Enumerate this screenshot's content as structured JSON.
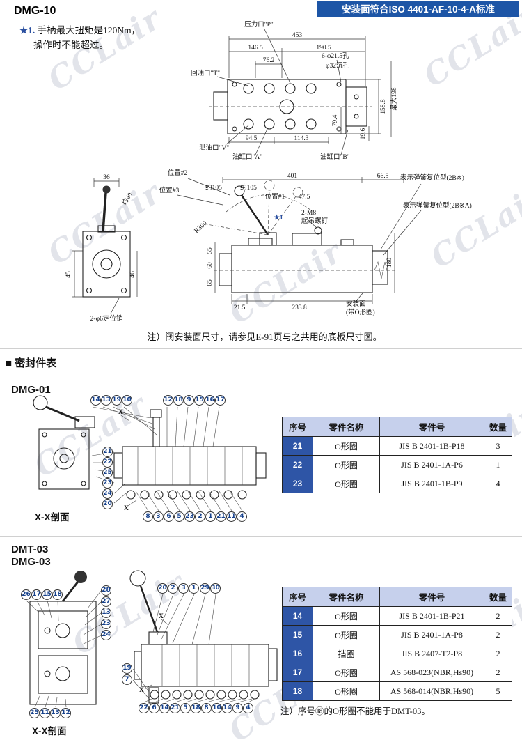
{
  "page": {
    "model": "DMG-10",
    "banner": "安装面符合ISO 4401-AF-10-4-A标准",
    "star_note_line1": "★1.",
    "star_note_line1b": "手柄最大扭矩是120Nm，",
    "star_note_line2": "操作时不能超过。",
    "mount_note": "注）阀安装面尺寸，请参见E-91页与之共用的底板尺寸图。",
    "watermark": "CCLair"
  },
  "top_view": {
    "port_p": "压力口\"P\"",
    "dim_453": "453",
    "dim_146_5": "146.5",
    "dim_190_5": "190.5",
    "dim_76_2": "76.2",
    "port_t": "回油口\"T\"",
    "holes": "6-φ21.5孔",
    "counterbore": "φ32沉孔",
    "dim_158_8": "158.8",
    "dim_max198": "最大198",
    "dim_79_4": "79.4",
    "dim_19_6": "19.6",
    "port_v": "泄油口\"V\"",
    "dim_94_5": "94.5",
    "dim_114_3": "114.3",
    "port_a": "油缸口\"A\"",
    "port_b": "油缸口\"B\""
  },
  "side_view": {
    "dim_36": "36",
    "dim_40": "约40",
    "dim_45": "45",
    "dim_46": "46",
    "pins": "2-φ6定位销",
    "pos2": "位置#2",
    "pos3": "位置#3",
    "pos1": "位置#1",
    "approx105a": "约105",
    "approx105b": "约105",
    "dim_401": "401",
    "dim_66_5": "66.5",
    "dim_47_5": "47.5",
    "star1": "★1",
    "eyebolt1": "2-M8",
    "eyebolt2": "起吊螺钉",
    "spring_b": "表示弹簧复位型(2B※)",
    "spring_a": "表示弹簧复位型(2B※A)",
    "r300": "R300",
    "dim_180": "180",
    "dim_55": "55",
    "dim_60": "60",
    "dim_65": "65",
    "dim_21_5": "21.5",
    "dim_233_8": "233.8",
    "mount1": "安装面",
    "mount2": "(带O形圈)"
  },
  "seals": {
    "title": "■ 密封件表",
    "dmg01": {
      "model": "DMG-01",
      "section": "X-X剖面",
      "x_mark": "X",
      "callouts_top": [
        "14",
        "13",
        "19",
        "10",
        "12",
        "18",
        "9",
        "15",
        "16",
        "17"
      ],
      "callouts_left": [
        "21",
        "22",
        "25",
        "23",
        "24",
        "20"
      ],
      "callouts_bottom": [
        "8",
        "3",
        "6",
        "5",
        "23",
        "2",
        "1",
        "21",
        "11",
        "4"
      ],
      "table": {
        "headers": [
          "序号",
          "零件名称",
          "零件号",
          "数量"
        ],
        "rows": [
          {
            "no": "21",
            "name": "O形圈",
            "part": "JIS B 2401-1B-P18",
            "qty": "3"
          },
          {
            "no": "22",
            "name": "O形圈",
            "part": "JIS B 2401-1A-P6",
            "qty": "1"
          },
          {
            "no": "23",
            "name": "O形圈",
            "part": "JIS B 2401-1B-P9",
            "qty": "4"
          }
        ]
      }
    },
    "dmg03": {
      "model1": "DMT-03",
      "model2": "DMG-03",
      "section": "X-X剖面",
      "x_mark": "X",
      "callouts_left_top": [
        "26",
        "17",
        "15",
        "18"
      ],
      "callouts_left_side": [
        "28",
        "27",
        "13",
        "23",
        "24"
      ],
      "callouts_left_bottom": [
        "25",
        "11",
        "13",
        "12"
      ],
      "callouts_right_top": [
        "20",
        "2",
        "3",
        "1",
        "29",
        "30"
      ],
      "callouts_right_side": [
        "19",
        "7"
      ],
      "callouts_right_bottom": [
        "22",
        "6",
        "14",
        "21",
        "5",
        "18",
        "8",
        "10",
        "14",
        "9",
        "4"
      ],
      "table": {
        "headers": [
          "序号",
          "零件名称",
          "零件号",
          "数量"
        ],
        "rows": [
          {
            "no": "14",
            "name": "O形圈",
            "part": "JIS B 2401-1B-P21",
            "qty": "2"
          },
          {
            "no": "15",
            "name": "O形圈",
            "part": "JIS B 2401-1A-P8",
            "qty": "2"
          },
          {
            "no": "16",
            "name": "挡圈",
            "part": "JIS B 2407-T2-P8",
            "qty": "2"
          },
          {
            "no": "17",
            "name": "O形圈",
            "part": "AS 568-023(NBR,Hs90)",
            "qty": "2"
          },
          {
            "no": "18",
            "name": "O形圈",
            "part": "AS 568-014(NBR,Hs90)",
            "qty": "5"
          }
        ]
      },
      "note": "注）序号⑱的O形圈不能用于DMT-03。"
    }
  }
}
